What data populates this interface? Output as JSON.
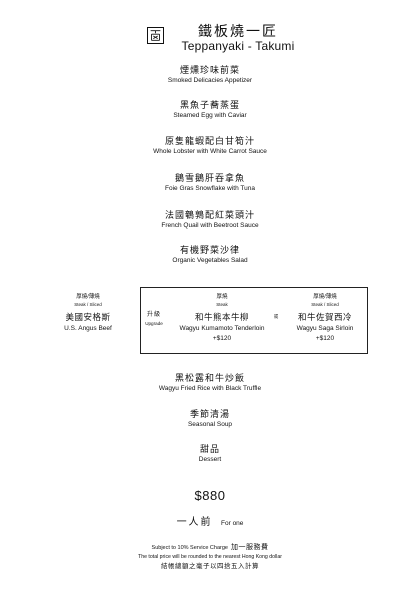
{
  "header": {
    "title_cn": "鐵板燒一匠",
    "title_en": "Teppanyaki - Takumi"
  },
  "courses": [
    {
      "cn": "煙燻珍味前菜",
      "en": "Smoked Delicacies Appetizer"
    },
    {
      "cn": "黑魚子蕎蒸蛋",
      "en": "Steamed Egg with Caviar"
    },
    {
      "cn": "原隻龍蝦配白甘筍汁",
      "en": "Whole Lobster with White Carrot Sauce"
    },
    {
      "cn": "鵝雪鵝肝吞拿魚",
      "en": "Foie Gras Snowflake with Tuna"
    },
    {
      "cn": "法國鵪鶉配紅菜頭汁",
      "en": "French Quail with Beetroot Sauce"
    },
    {
      "cn": "有機野菜沙律",
      "en": "Organic Vegetables Salad"
    }
  ],
  "main_choices": {
    "left": {
      "type_cn": "厚燒/薄燒",
      "type_en": "Steak / Sliced",
      "cn": "美國安格斯",
      "en": "U.S. Angus Beef"
    },
    "upgrade": {
      "cn": "升級",
      "en": "Upgrade"
    },
    "middle": {
      "type_cn": "厚燒",
      "type_en": "Steak",
      "cn": "和牛熊本牛柳",
      "en": "Wagyu Kumamoto Tenderloin",
      "surcharge": "+$120"
    },
    "or_mark": "或",
    "right": {
      "type_cn": "厚燒/薄燒",
      "type_en": "Steak / Sliced",
      "cn": "和牛佐賀西冷",
      "en": "Wagyu Saga Sirloin",
      "surcharge": "+$120"
    }
  },
  "after_courses": [
    {
      "cn": "黑松露和牛炒飯",
      "en": "Wagyu Fried Rice with Black Truffle"
    },
    {
      "cn": "季節清湯",
      "en": "Seasonal Soup"
    },
    {
      "cn": "甜品",
      "en": "Dessert"
    }
  ],
  "price": {
    "amount": "$880",
    "for_one_cn": "一人前",
    "for_one_en": "For one"
  },
  "footer": {
    "service_en": "Subject to 10% Service Charge",
    "service_cn": "加一服務費",
    "rounding_en": "The total price will be rounded to the nearest Hong Kong dollar",
    "rounding_cn": "結帳總額之毫子以四捨五入計算"
  }
}
